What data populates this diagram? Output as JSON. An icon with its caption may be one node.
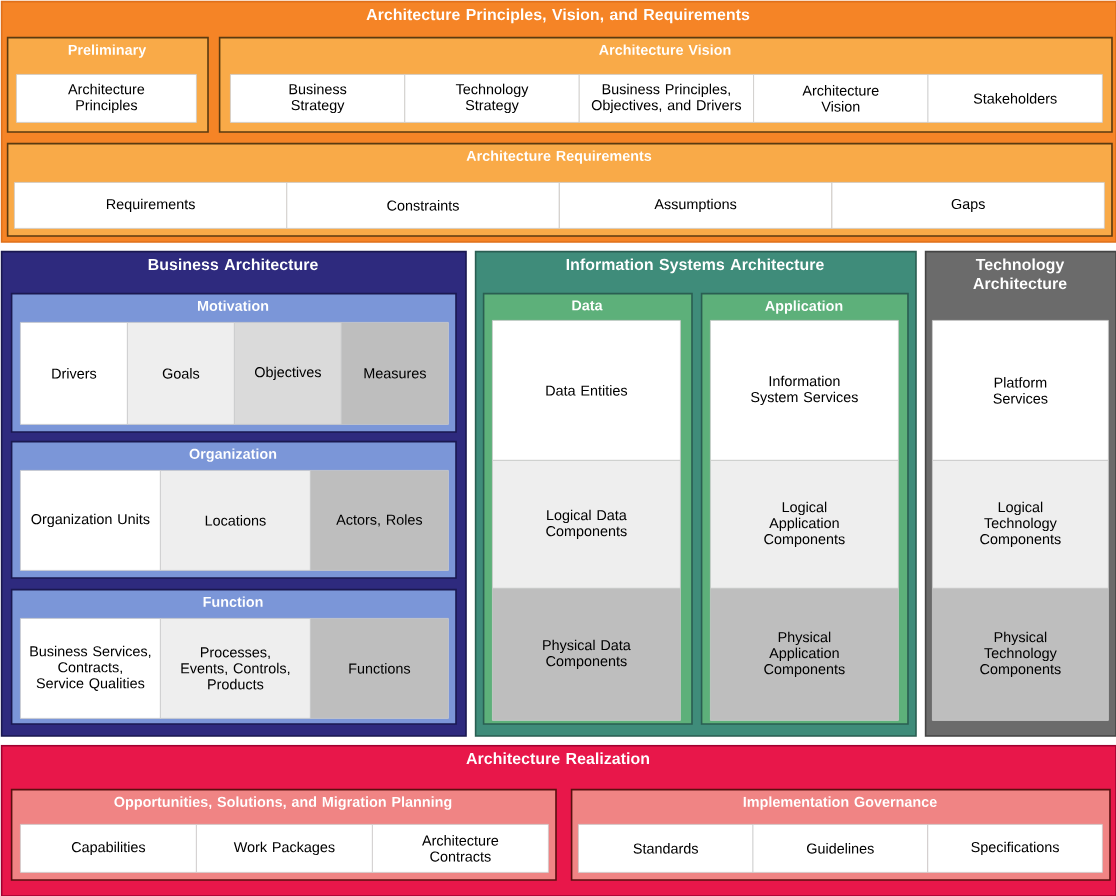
{
  "diagram": {
    "nodes": [
      {
        "text": [
          "Architecture Principles, Vision, and Requirements"
        ]
      },
      {
        "text": [
          "Preliminary"
        ],
        "in": 0
      },
      {
        "text": [
          "Architecture Principles"
        ],
        "in": 1
      },
      {
        "text": [
          "Architecture Vision"
        ],
        "in": 0
      },
      {
        "text": [
          "Business Strategy"
        ],
        "in": 3
      },
      {
        "text": [
          "Technology Strategy"
        ],
        "in": 3
      },
      {
        "text": [
          "Business Principles, Objectives, and Drivers"
        ],
        "in": 3
      },
      {
        "text": [
          "Architecture Vision"
        ],
        "in": 3
      },
      {
        "text": [
          "Stakeholders"
        ],
        "in": 3
      },
      {
        "text": [
          "Architecture Requirements"
        ],
        "in": 0
      },
      {
        "text": [
          "Requirements"
        ],
        "in": 9
      },
      {
        "text": [
          "Constraints"
        ],
        "in": 9
      },
      {
        "text": [
          "Assumptions"
        ],
        "in": 9
      },
      {
        "text": [
          "Gaps"
        ],
        "in": 9
      },
      {
        "text": [
          "Business Architecture"
        ]
      },
      {
        "text": [
          "Motivation"
        ],
        "in": 14
      },
      {
        "text": [
          "Drivers"
        ],
        "in": 15
      },
      {
        "text": [
          "Goals"
        ],
        "in": 15
      },
      {
        "text": [
          "Objectives"
        ],
        "in": 15
      },
      {
        "text": [
          "Measures"
        ],
        "in": 15
      },
      {
        "text": [
          "Organization"
        ],
        "in": 14
      },
      {
        "text": [
          "Organization Units"
        ],
        "in": 20
      },
      {
        "text": [
          "Locations"
        ],
        "in": 20
      },
      {
        "text": [
          "Actors, Roles"
        ],
        "in": 20
      },
      {
        "text": [
          "Function"
        ],
        "in": 14
      },
      {
        "text": [
          "Business Services, Contracts, Service Qualities"
        ],
        "in": 24
      },
      {
        "text": [
          "Processes, Events, Controls, Products"
        ],
        "in": 24
      },
      {
        "text": [
          "Functions"
        ],
        "in": 24
      },
      {
        "text": [
          "Information Systems Architecture"
        ]
      },
      {
        "text": [
          "Data"
        ],
        "in": 28
      },
      {
        "text": [
          "Data Entities"
        ],
        "in": 29
      },
      {
        "text": [
          "Logical Data Components"
        ],
        "in": 29
      },
      {
        "text": [
          "Physical Data Components"
        ],
        "in": 29
      },
      {
        "text": [
          "Application"
        ],
        "in": 28
      },
      {
        "text": [
          "Information System Services"
        ],
        "in": 33
      },
      {
        "text": [
          "Logical Application Components"
        ],
        "in": 33
      },
      {
        "text": [
          "Physical Application Components"
        ],
        "in": 33
      },
      {
        "text": [
          "Technology Architecture"
        ]
      },
      {
        "text": [
          "Platform Services"
        ],
        "in": 37
      },
      {
        "text": [
          "Logical Technology Components"
        ],
        "in": 37
      },
      {
        "text": [
          "Physical Technology Components"
        ],
        "in": 37
      },
      {
        "text": [
          "Architecture Realization"
        ]
      },
      {
        "text": [
          "Opportunities, Solutions, and Migration Planning"
        ],
        "in": 41
      },
      {
        "text": [
          "Capabilities"
        ],
        "in": 42
      },
      {
        "text": [
          "Work Packages"
        ],
        "in": 42
      },
      {
        "text": [
          "Architecture Contracts"
        ],
        "in": 42
      },
      {
        "text": [
          "Implementation Governance"
        ],
        "in": 41
      },
      {
        "text": [
          "Standards"
        ],
        "in": 46
      },
      {
        "text": [
          "Guidelines"
        ],
        "in": 46
      },
      {
        "text": [
          "Specifications"
        ],
        "in": 46
      }
    ]
  }
}
